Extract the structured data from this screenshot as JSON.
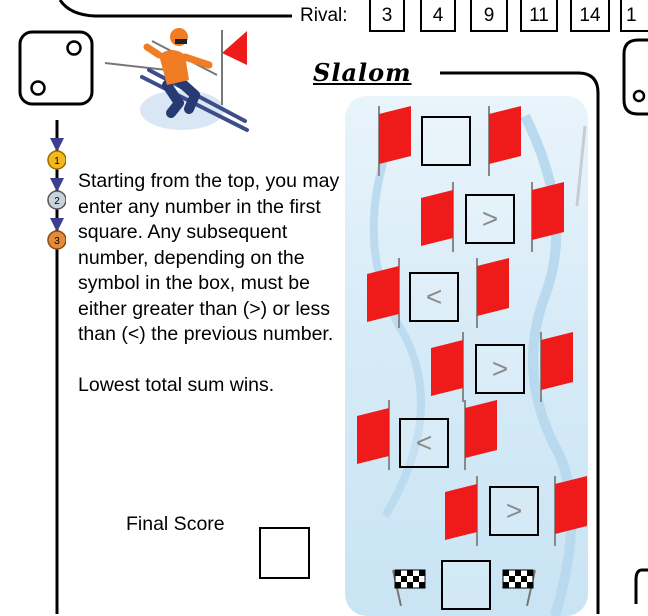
{
  "rival": {
    "label": "Rival:",
    "numbers": [
      "3",
      "4",
      "9",
      "11",
      "14",
      "1"
    ]
  },
  "title": "Slalom",
  "instructions": {
    "paragraph1": "Starting from the top, you may enter any number in the first square. Any subsequent number, depending on the symbol in the box, must be either greater than (>) or less than (<) the previous number.",
    "paragraph2": "Lowest total sum wins."
  },
  "medals": [
    "1",
    "2",
    "3"
  ],
  "course": {
    "symbols": [
      "",
      ">",
      "<",
      ">",
      "<",
      ">",
      ""
    ]
  },
  "final_score": {
    "label": "Final Score",
    "value": ""
  },
  "colors": {
    "flag_red": "#ef1b1b",
    "course_blue": "#d7ebf7",
    "medal_gold": "#f2b81c",
    "medal_silver": "#c9d3dc",
    "medal_bronze": "#e58a3a"
  }
}
